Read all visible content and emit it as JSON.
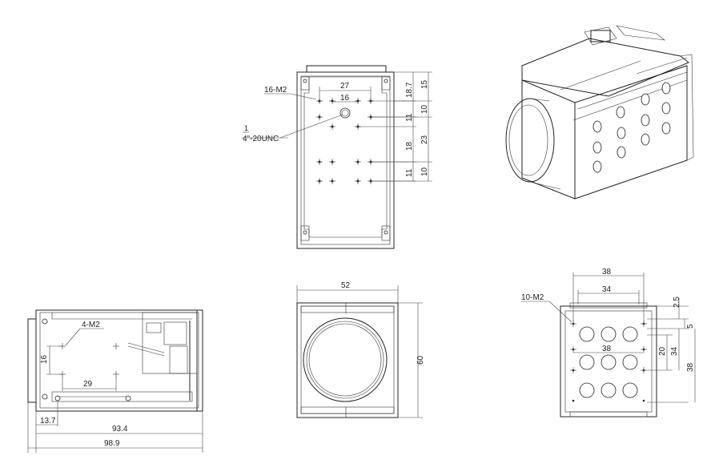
{
  "top_view": {
    "label_holes": "16-M2",
    "label_tripod_frac": "1",
    "label_tripod": "4\"-20UNC",
    "dim_27": "27",
    "dim_16": "16",
    "dim_15": "15",
    "dim_18_7": "18.7",
    "dim_10a": "10",
    "dim_11a": "11",
    "dim_18": "18",
    "dim_23": "23",
    "dim_11b": "11",
    "dim_10b": "10"
  },
  "side_view": {
    "label_holes": "4-M2",
    "dim_16": "16",
    "dim_29": "29",
    "dim_13_7": "13.7",
    "dim_93_4": "93.4",
    "dim_98_9": "98.9"
  },
  "front_view": {
    "dim_52": "52",
    "dim_60": "60"
  },
  "rear_view": {
    "label_holes": "10-M2",
    "dim_38_top": "38",
    "dim_34": "34",
    "dim_38_mid": "38",
    "dim_2_5": "2.5",
    "dim_5": "5",
    "dim_20": "20",
    "dim_34_v": "34",
    "dim_38_v": "38"
  }
}
